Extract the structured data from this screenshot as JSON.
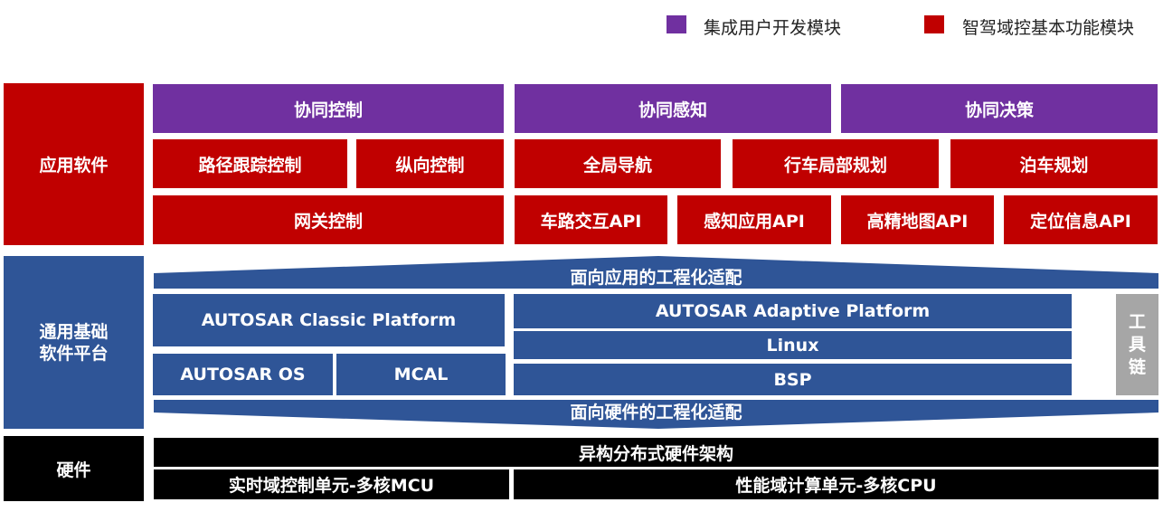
{
  "legend": [
    {
      "label": "集成用户开发模块",
      "color": "#7030a0"
    },
    {
      "label": "智驾域控基本功能模块",
      "color": "#c00000"
    }
  ],
  "layers": {
    "application": "应用软件",
    "platform_line1": "通用基础",
    "platform_line2": "软件平台",
    "hardware": "硬件"
  },
  "app": {
    "cooperative_control": "协同控制",
    "cooperative_perception": "协同感知",
    "cooperative_decision": "协同决策",
    "path_tracking_control": "路径跟踪控制",
    "longitudinal_control": "纵向控制",
    "global_navigation": "全局导航",
    "local_planning": "行车局部规划",
    "parking_planning": "泊车规划",
    "gateway_control": "网关控制",
    "v2x_api": "车路交互API",
    "perception_api": "感知应用API",
    "hd_map_api": "高精地图API",
    "positioning_api": "定位信息API"
  },
  "platform": {
    "app_adaptation": "面向应用的工程化适配",
    "classic_platform": "AUTOSAR Classic Platform",
    "adaptive_platform": "AUTOSAR Adaptive Platform",
    "autosar_os": "AUTOSAR OS",
    "mcal": "MCAL",
    "linux": "Linux",
    "bsp": "BSP",
    "toolchain": [
      "工",
      "具",
      "链"
    ],
    "hw_adaptation": "面向硬件的工程化适配"
  },
  "hardware": {
    "heterogeneous": "异构分布式硬件架构",
    "realtime_unit": "实时域控制单元-多核MCU",
    "performance_unit": "性能域计算单元-多核CPU"
  }
}
